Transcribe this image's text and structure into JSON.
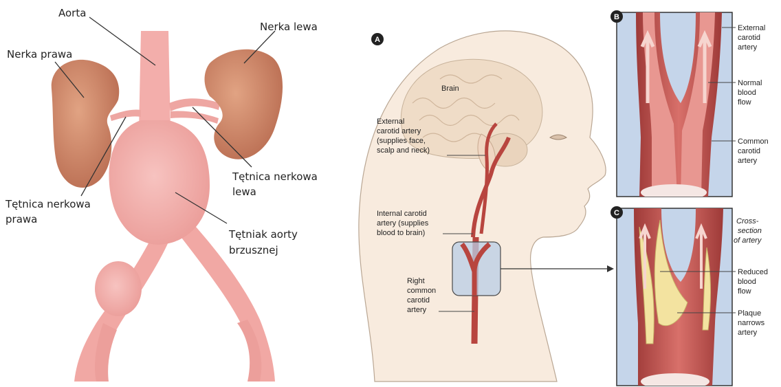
{
  "left_diagram": {
    "labels": {
      "aorta": "Aorta",
      "kidney_left": "Nerka lewa",
      "kidney_right": "Nerka prawa",
      "renal_artery_left_1": "Tętnica nerkowa",
      "renal_artery_left_2": "lewa",
      "renal_artery_right_1": "Tętnica nerkowa",
      "renal_artery_right_2": "prawa",
      "aneurysm_1": "Tętniak aorty",
      "aneurysm_2": "brzusznej"
    },
    "colors": {
      "vessel": "#f2a9a6",
      "kidney": "#d2876a"
    }
  },
  "right_diagram": {
    "badges": {
      "a": "A",
      "b": "B",
      "c": "C"
    },
    "head_labels": {
      "brain": "Brain",
      "ext_1": "External",
      "ext_2": "carotid artery",
      "ext_3": "(supplies face,",
      "ext_4": "scalp and neck)",
      "int_1": "Internal carotid",
      "int_2": "artery (supplies",
      "int_3": "blood to brain)",
      "rc_1": "Right",
      "rc_2": "common",
      "rc_3": "carotid",
      "rc_4": "artery"
    },
    "panel_b_labels": {
      "ext_1": "External",
      "ext_2": "carotid",
      "ext_3": "artery",
      "norm_1": "Normal",
      "norm_2": "blood",
      "norm_3": "flow",
      "common_1": "Common",
      "common_2": "carotid",
      "common_3": "artery"
    },
    "panel_c_labels": {
      "cross_1": "Cross-",
      "cross_2": "section",
      "cross_3": "of artery",
      "red_1": "Reduced",
      "red_2": "blood",
      "red_3": "flow",
      "plaque_1": "Plaque",
      "plaque_2": "narrows",
      "plaque_3": "artery"
    },
    "colors": {
      "panel_bg": "#c7d6ea",
      "artery": "#c8524e",
      "plaque": "#f3e3a0",
      "skin": "#f7e7d8"
    }
  }
}
